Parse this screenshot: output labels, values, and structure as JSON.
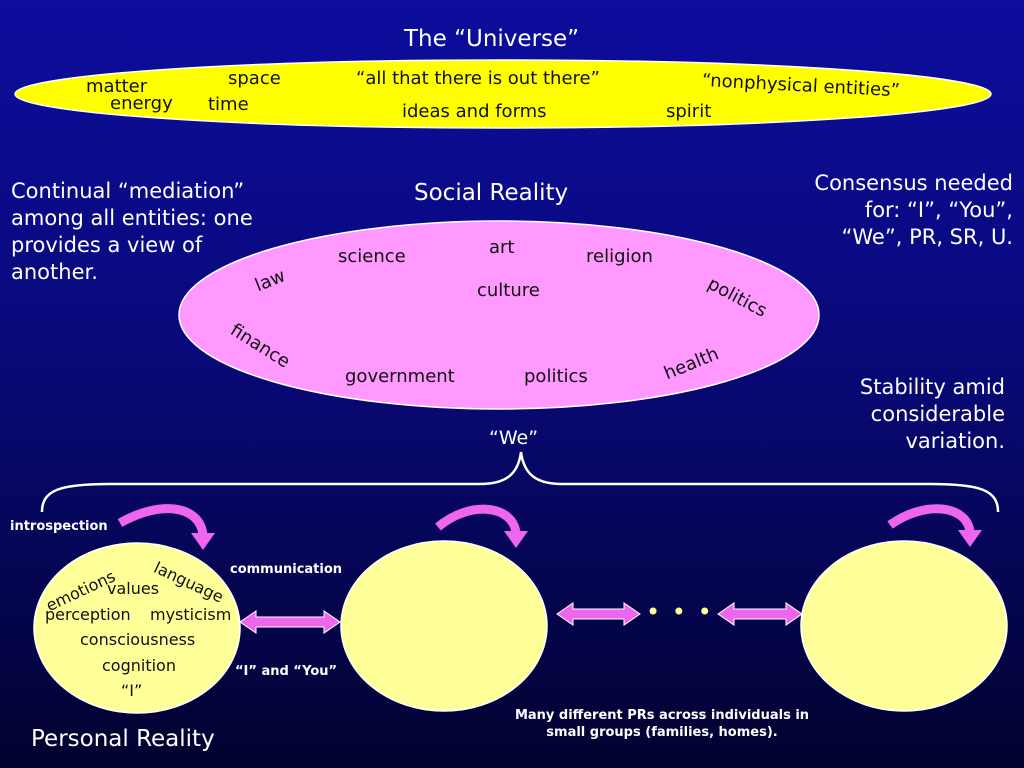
{
  "colors": {
    "background": "#0a0a8c",
    "universe_fill": "#ffff00",
    "social_fill": "#ff99ff",
    "personal_fill": "#ffff99",
    "arrow_fill": "#ee66ee"
  },
  "universe": {
    "title": "The “Universe”",
    "terms": {
      "matter": "matter",
      "energy": "energy",
      "space": "space",
      "time": "time",
      "all_out_there": "“all that there is out there”",
      "ideas_forms": "ideas and forms",
      "nonphysical": "“nonphysical entities”",
      "spirit": "spirit"
    }
  },
  "social": {
    "title": "Social Reality",
    "terms": {
      "science": "science",
      "art": "art",
      "religion": "religion",
      "law": "law",
      "culture": "culture",
      "politics_tilted": "politics",
      "finance": "finance",
      "health": "health",
      "government": "government",
      "politics": "politics"
    }
  },
  "notes": {
    "mediation": [
      "Continual “mediation”",
      "among all entities: one",
      "provides a view of",
      "another."
    ],
    "consensus": [
      "Consensus needed",
      "for:  “I”, “You”,",
      "“We”, PR, SR, U."
    ],
    "stability": [
      "Stability amid",
      "considerable",
      "variation."
    ]
  },
  "we_label": "“We”",
  "personal": {
    "introspection": "introspection",
    "terms": {
      "emotions": "emotions",
      "language": "language",
      "values": "values",
      "perception": "perception",
      "mysticism": "mysticism",
      "consciousness": "consciousness",
      "cognition": "cognition",
      "i_label": "“I”"
    },
    "communication": "communication",
    "i_and_you": "“I” and “You”",
    "ellipsis": "• • •",
    "many_prs": [
      "Many different PRs across individuals in",
      "small groups (families, homes)."
    ],
    "title": "Personal Reality"
  }
}
